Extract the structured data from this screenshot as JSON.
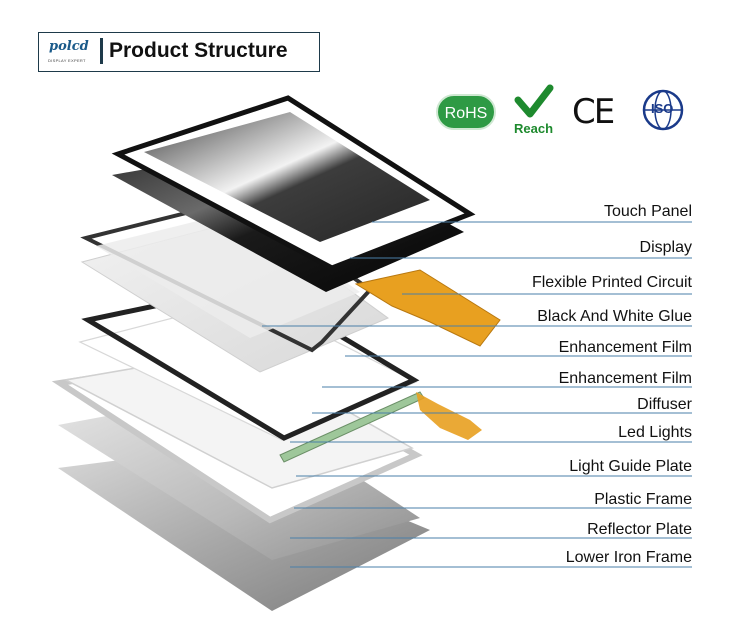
{
  "header": {
    "logo_text": "polcd",
    "logo_subtext": "DISPLAY EXPERT",
    "title": "Product Structure"
  },
  "certifications": {
    "rohs": "RoHS",
    "reach": "Reach",
    "ce": "CE",
    "iso": "ISO"
  },
  "layers": [
    {
      "label": "Touch Panel"
    },
    {
      "label": "Display"
    },
    {
      "label": "Flexible Printed Circuit"
    },
    {
      "label": "Black And White Glue"
    },
    {
      "label": "Enhancement Film"
    },
    {
      "label": "Enhancement Film"
    },
    {
      "label": "Diffuser"
    },
    {
      "label": "Led Lights"
    },
    {
      "label": "Light Guide Plate"
    },
    {
      "label": "Plastic Frame"
    },
    {
      "label": "Reflector Plate"
    },
    {
      "label": "Lower Iron Frame"
    }
  ],
  "colors": {
    "leader_line": "#4a7fa8",
    "fpc": "#e8a020",
    "rohs_green": "#2e9a44",
    "reach_green": "#1e8a2e",
    "iso_blue": "#1a3a8a"
  }
}
